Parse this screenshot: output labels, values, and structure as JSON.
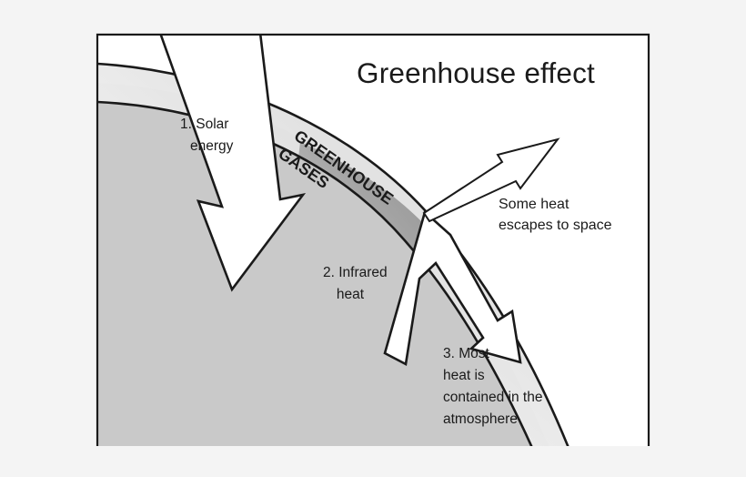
{
  "figure": {
    "title": "Greenhouse effect",
    "background_color": "#f4f4f4",
    "canvas_color": "#ffffff",
    "border_color": "#1a1a1a"
  },
  "labels": {
    "solar_energy_line1": "1. Solar",
    "solar_energy_line2": "energy",
    "greenhouse_gases_line1": "GREENHOUSE",
    "greenhouse_gases_line2": "GASES",
    "infrared_line1": "2. Infrared",
    "infrared_line2": "heat",
    "escape_line1": "Some heat",
    "escape_line2": "escapes to space",
    "contained_line1": "3. Most",
    "contained_line2": "heat is",
    "contained_line3": "contained in the",
    "contained_line4": "atmosphere"
  },
  "colors": {
    "earth_surface": "#c9c9c9",
    "atmosphere_light": "#ffffff",
    "atmosphere_mid": "#e3e3e3",
    "atmosphere_dark": "#d2d2d2",
    "infrared_wedge_dark": "#9e9e9e",
    "arrow_fill": "#ffffff",
    "stroke": "#1a1a1a",
    "text": "#1a1a1a"
  },
  "elements": {
    "earth": "earth-surface",
    "atmosphere": "atmosphere-band",
    "solar_arrow": "solar-energy-arrow",
    "infrared_wedge": "infrared-heat-wedge",
    "escape_arrow": "heat-escape-arrow",
    "contained_arrow": "heat-contained-arrow"
  }
}
